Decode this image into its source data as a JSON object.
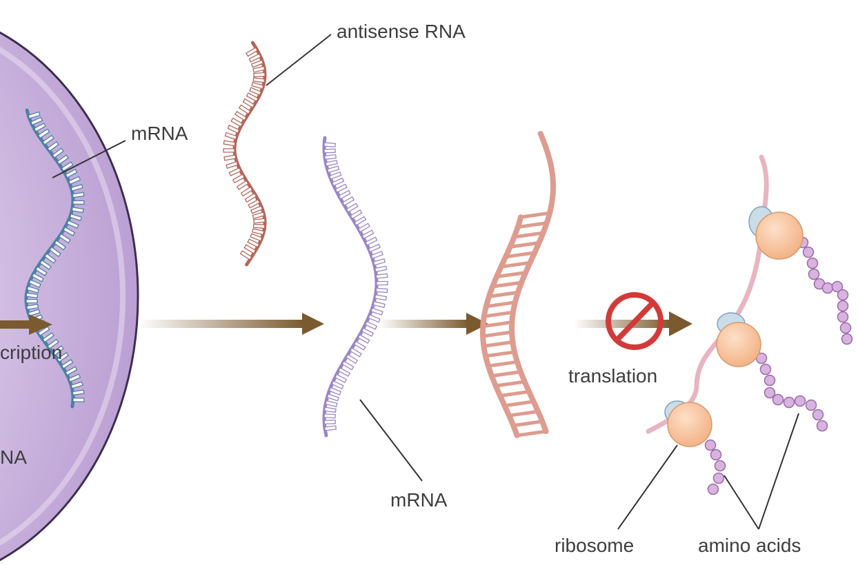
{
  "labels": {
    "antisense_rna": "antisense RNA",
    "mrna_nucleus": "mRNA",
    "transcription_partial": "cription",
    "dna_partial": "NA",
    "mrna_free": "mRNA",
    "translation": "translation",
    "ribosome": "ribosome",
    "amino_acids": "amino acids"
  },
  "colors": {
    "nucleus_fill": "#c9b3dd",
    "nucleus_edge": "#3c2e52",
    "mrna_strand": "#4e7fa6",
    "mrna_free_strand": "#9a86c6",
    "antisense_strand": "#b5665a",
    "duplex_strand": "#dd9c8f",
    "arrow": "#7a5a2e",
    "inhibit": "#d23a3a",
    "ribosome_body": "#f6c39b",
    "ribosome_cap": "#c9dce8",
    "amino_acid": "#d9b3e0"
  }
}
